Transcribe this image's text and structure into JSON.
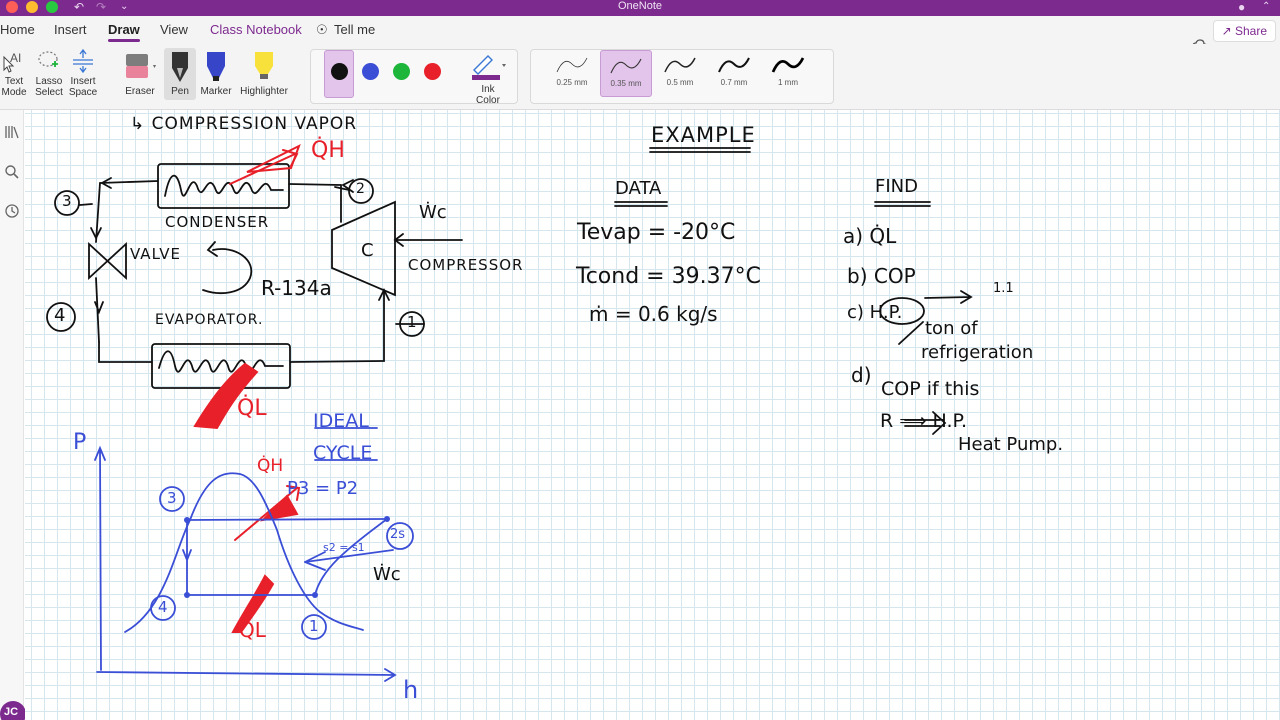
{
  "window": {
    "title": "OneNote"
  },
  "tabs": [
    {
      "label": "Home"
    },
    {
      "label": "Insert"
    },
    {
      "label": "Draw"
    },
    {
      "label": "View"
    },
    {
      "label": "Class Notebook"
    },
    {
      "label": "Tell me"
    }
  ],
  "share_label": "Share",
  "ribbon": {
    "text_mode": [
      "Text",
      "Mode"
    ],
    "lasso_select": [
      "Lasso",
      "Select"
    ],
    "insert_space": [
      "Insert",
      "Space"
    ],
    "eraser": "Eraser",
    "pen": "Pen",
    "marker": "Marker",
    "highlighter": "Highlighter",
    "ink_color": [
      "Ink",
      "Color"
    ],
    "thickness": [
      "0.25 mm",
      "0.35 mm",
      "0.5 mm",
      "0.7 mm",
      "1 mm"
    ]
  },
  "colors": {
    "brand": "#7d2a8f",
    "ink_black": "#111111",
    "ink_blue": "#3a4ed6",
    "ink_green": "#1db53a",
    "ink_red": "#e8202a"
  },
  "user": {
    "initials": "JC"
  },
  "notes": {
    "heading": "↳ COMPRESSION VAPOR",
    "qh": "Q̇H",
    "condenser": "CONDENSER",
    "wc": "Ẇc",
    "c": "C",
    "compressor": "COMPRESSOR",
    "valve": "VALVE",
    "refrigerant": "R-134a",
    "evaporator": "EVAPORATOR.",
    "ql": "Q̇L",
    "state1": "1",
    "state2": "2",
    "state3": "3",
    "state4": "4",
    "example": "EXAMPLE",
    "data_title": "DATA",
    "t_evap": "Tevap = -20°C",
    "t_cond": "Tcond = 39.37°C",
    "mdot": "ṁ = 0.6 kg/s",
    "find_title": "FIND",
    "find_a": "a)  Q̇L",
    "find_b": "b)  COP",
    "find_c": "c)  H.P.",
    "ton": "ton of",
    "refrigeration": "refrigeration",
    "value_11": "1.1",
    "find_d": "d)",
    "cop_if": "COP if this",
    "r_to_hp": "R  ⟹  H.P.",
    "heat_pump": "Heat Pump.",
    "ideal": "IDEAL",
    "cycle": "CYCLE",
    "p_axis": "P",
    "h_axis": "h",
    "p3p2": "P3 = P2",
    "s2s1": "s2 = s1",
    "state2s": "2s",
    "qh2": "Q̇H",
    "ql2": "Q̇L",
    "wc2": "Ẇc"
  }
}
